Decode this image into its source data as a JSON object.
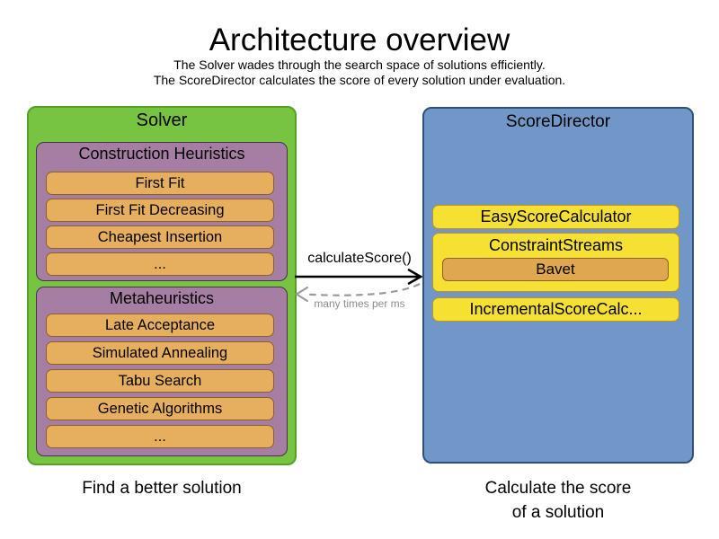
{
  "page": {
    "title": "Architecture overview",
    "subtitle1": "The Solver wades through the search space of solutions efficiently.",
    "subtitle2": "The ScoreDirector calculates the score of every solution under evaluation."
  },
  "solver": {
    "title": "Solver",
    "caption": "Find a better solution",
    "groups": [
      {
        "title": "Construction Heuristics",
        "items": [
          "First Fit",
          "First Fit Decreasing",
          "Cheapest Insertion",
          "..."
        ]
      },
      {
        "title": "Metaheuristics",
        "items": [
          "Late Acceptance",
          "Simulated Annealing",
          "Tabu Search",
          "Genetic Algorithms",
          "..."
        ]
      }
    ]
  },
  "score_director": {
    "title": "ScoreDirector",
    "caption_line1": "Calculate the score",
    "caption_line2": "of a solution",
    "calculators": [
      "EasyScoreCalculator",
      "ConstraintStreams",
      "IncrementalScoreCalc..."
    ],
    "constraint_streams_impl": "Bavet"
  },
  "arrow": {
    "label": "calculateScore()",
    "sublabel": "many times per ms"
  },
  "colors": {
    "solver_green": "#76C442",
    "solver_green_border": "#55A028",
    "group_purple": "#A67EA4",
    "item_orange": "#E6AF5E",
    "item_orange_border": "#8F6023",
    "score_blue": "#7197C9",
    "score_blue_border": "#2F4F7D",
    "calculator_yellow": "#F6E032",
    "calculator_yellow_border": "#C0941A",
    "bavet_orange": "#DFA850",
    "arrow_black": "#000000",
    "arrow_gray": "#9A9A9A"
  }
}
